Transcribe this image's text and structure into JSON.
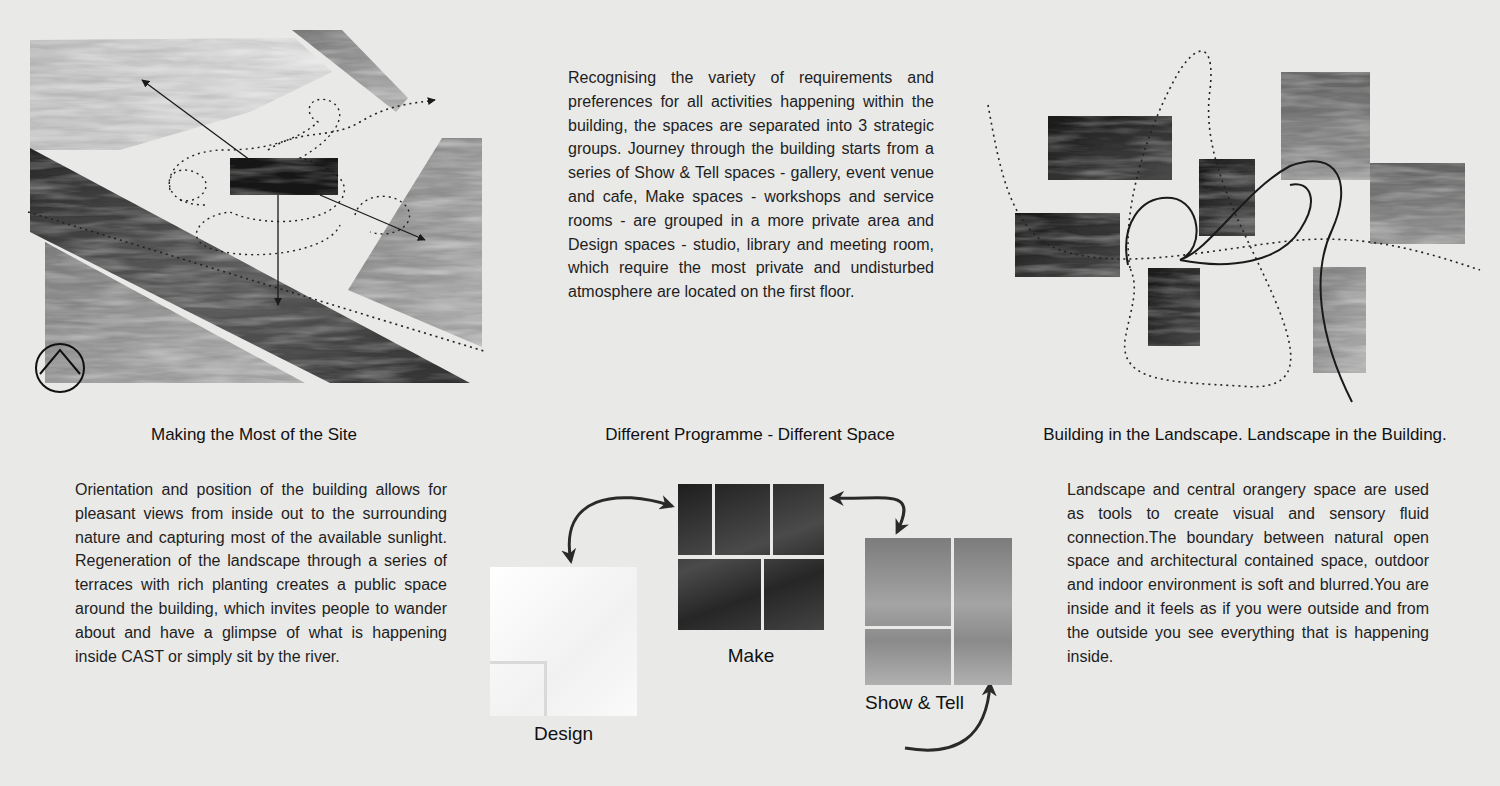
{
  "diagram": {
    "nodes": [
      {
        "text": [
          "Design"
        ]
      },
      {
        "text": [
          "Make"
        ]
      },
      {
        "text": [
          "Show & Tell"
        ]
      }
    ],
    "edges": [
      {
        "from": 0,
        "to": 1,
        "arrow": "both"
      },
      {
        "from": 1,
        "to": 2,
        "arrow": "both"
      }
    ],
    "labels": [
      "Recognising the variety of requirements and preferences for all activities happening within the building, the spaces are separated into 3 strategic groups. Journey through the building starts from a series of Show & Tell spaces - gallery, event venue and cafe, Make spaces - workshops and service rooms - are grouped in a more private area and Design spaces - studio, library and meeting room, which require the most private and undisturbed atmosphere are located on the first floor.",
      "Making the Most of the Site",
      "Different Programme - Different Space",
      "Building in the Landscape. Landscape in the Building.",
      "Orientation and position of the building allows for pleasant views from inside out to the surrounding nature and capturing most of the available sunlight. Regeneration of the landscape through a series of terraces with rich planting creates a public space around the building, which invites people to wander about and have a glimpse of what is happening inside CAST or simply sit by the river.",
      "Landscape and central orangery space are used as tools to create visual and sensory fluid connection.The boundary between natural open space and architectural contained space, outdoor and indoor environment is soft and blurred.You are inside and it feels as if you were outside and from the outside you see everything that is happening inside."
    ]
  }
}
